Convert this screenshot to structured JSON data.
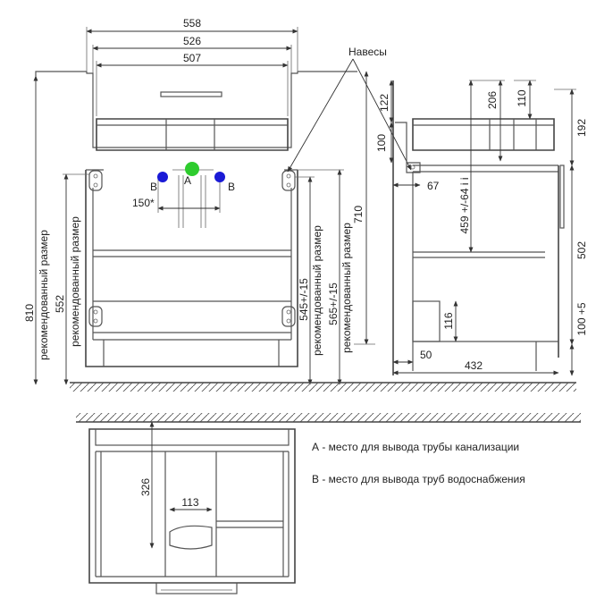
{
  "front": {
    "dim_558": "558",
    "dim_526": "526",
    "dim_507": "507",
    "dim_810": "810",
    "dim_552": "552",
    "rec_left_1": "рекомендованный размер",
    "rec_left_2": "рекомендованный размер",
    "dim_150": "150*",
    "dim_545": "545+/-15",
    "dim_565": "565+/-15",
    "rec_right_1": "рекомендованный размер",
    "rec_right_2": "рекомендованный размер",
    "dim_710": "710",
    "label_hinges": "Навесы",
    "point_a": "A",
    "point_b_left": "B",
    "point_b_right": "B"
  },
  "side": {
    "dim_122": "122",
    "dim_100": "100",
    "dim_67": "67",
    "dim_206": "206",
    "dim_110": "110",
    "dim_192": "192",
    "dim_459": "459 +/-64 i i",
    "dim_502": "502",
    "dim_116": "116",
    "dim_100_5": "100 +5",
    "dim_50": "50",
    "dim_432": "432"
  },
  "plan": {
    "dim_326": "326",
    "dim_113": "113"
  },
  "legend": {
    "a": "А - место для вывода трубы канализации",
    "b": "В - место для вывода труб водоснабжения"
  },
  "colors": {
    "point_a": "#2ecc2e",
    "point_b": "#1a1ad6",
    "line": "#444444"
  }
}
